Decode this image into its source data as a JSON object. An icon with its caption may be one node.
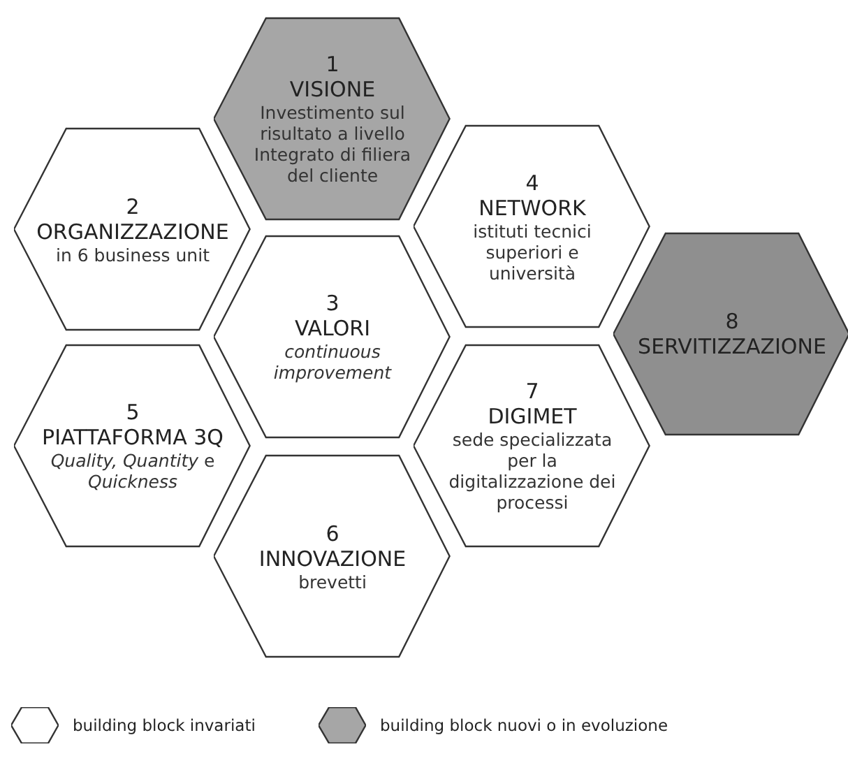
{
  "diagram": {
    "nodes": [
      {
        "text": [
          "1",
          "VISIONE",
          "Investimento sul risultato a livello Integrato di filiera del cliente"
        ]
      },
      {
        "text": [
          "2",
          "ORGANIZZAZIONE",
          "in 6 business unit"
        ]
      },
      {
        "text": [
          "3",
          "VALORI",
          "continuous improvement"
        ]
      },
      {
        "text": [
          "4",
          "NETWORK",
          "istituti tecnici superiori e università"
        ]
      },
      {
        "text": [
          "5",
          "PIATTAFORMA 3Q",
          "*Quality, Quantity* e *Quickness*"
        ]
      },
      {
        "text": [
          "6",
          "INNOVAZIONE",
          "brevetti"
        ]
      },
      {
        "text": [
          "7",
          "DIGIMET",
          "sede specializzata per la digitalizzazione dei processi"
        ]
      },
      {
        "text": [
          "8",
          "SERVITIZZAZIONE"
        ]
      }
    ],
    "legend": [
      {
        "text": "building block invariati"
      },
      {
        "text": "building block nuovi o in evoluzione",
        "color": "#a6a6a6"
      }
    ]
  }
}
